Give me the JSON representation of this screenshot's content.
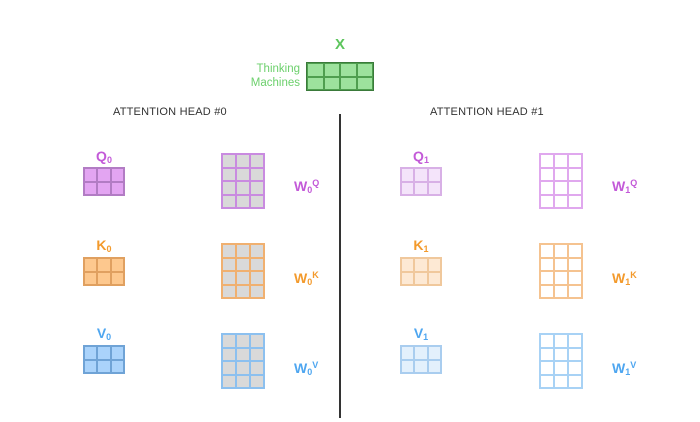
{
  "input": {
    "title": "X",
    "words": [
      "Thinking",
      "Machines"
    ],
    "color": "#5cc55c"
  },
  "heads": [
    {
      "title": "ATTENTION HEAD #0",
      "index": "0",
      "q_label": "Q",
      "k_label": "K",
      "v_label": "V",
      "wq_label": "W",
      "wk_label": "W",
      "wv_label": "W",
      "wq_sup": "Q",
      "wk_sup": "K",
      "wv_sup": "V"
    },
    {
      "title": "ATTENTION HEAD #1",
      "index": "1",
      "q_label": "Q",
      "k_label": "K",
      "v_label": "V",
      "wq_label": "W",
      "wk_label": "W",
      "wv_label": "W",
      "wq_sup": "Q",
      "wk_sup": "K",
      "wv_sup": "V"
    }
  ],
  "colors": {
    "query": "#c35ad8",
    "key": "#f39a2c",
    "value": "#4ea6f0",
    "weight_fill": "#d9d9d9",
    "divider": "#333333"
  }
}
